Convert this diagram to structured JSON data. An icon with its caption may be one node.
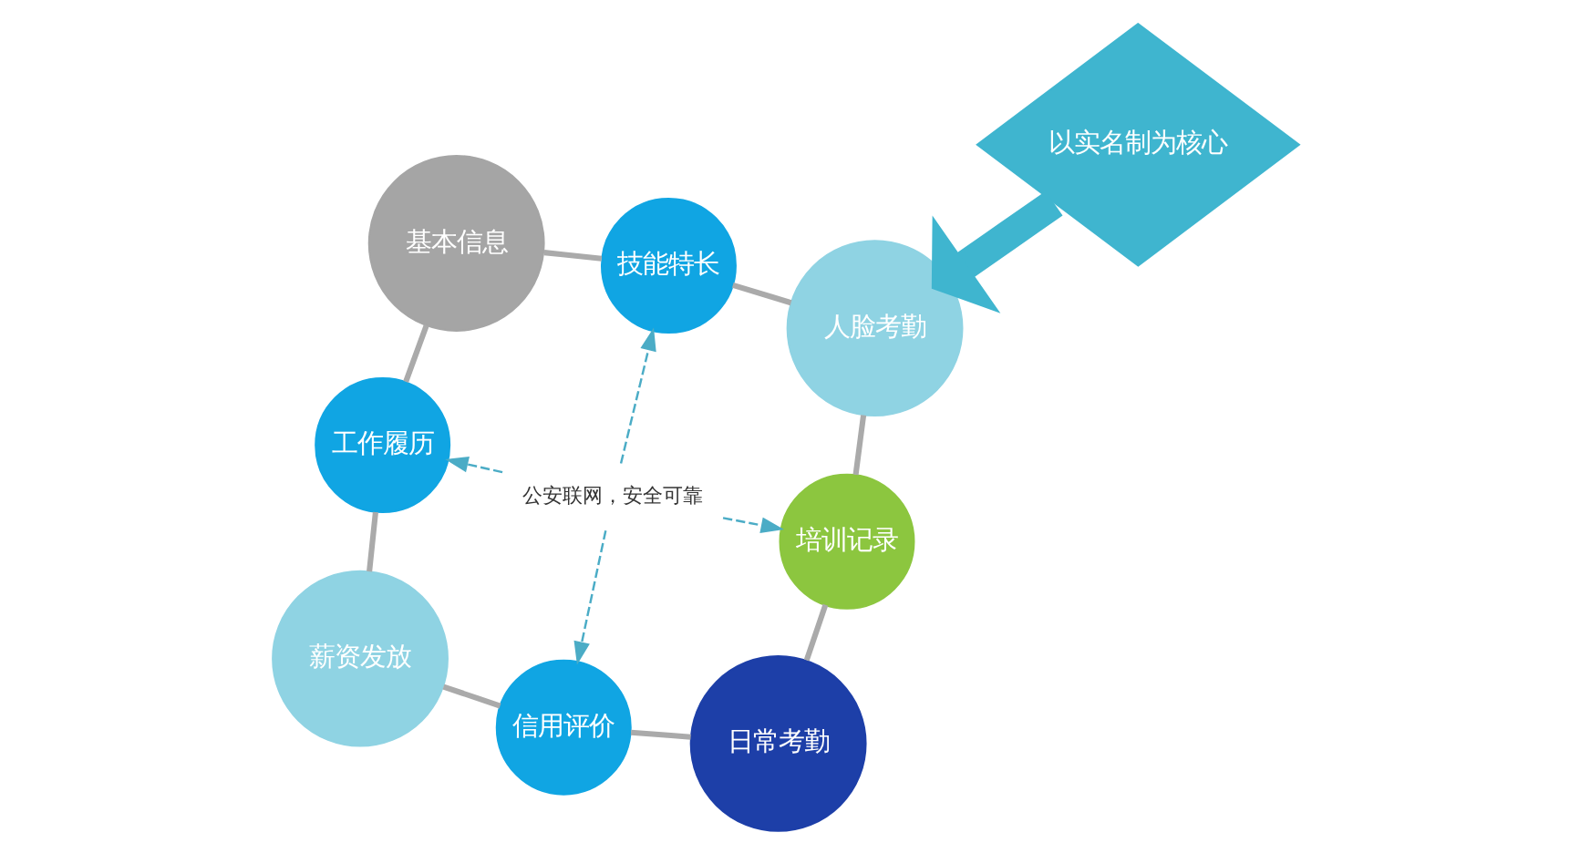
{
  "diagram": {
    "nodes": [
      {
        "text": [
          "以实名制为核心"
        ]
      },
      {
        "text": [
          "基本信息"
        ]
      },
      {
        "text": [
          "技能特长"
        ]
      },
      {
        "text": [
          "工作履历"
        ]
      },
      {
        "text": [
          "人脸考勤"
        ]
      },
      {
        "text": [
          "公安联网，安全可靠"
        ]
      },
      {
        "text": [
          "薪资发放"
        ]
      },
      {
        "text": [
          "培训记录"
        ]
      },
      {
        "text": [
          "信用评价"
        ]
      },
      {
        "text": [
          "日常考勤"
        ]
      }
    ],
    "edges": [
      {
        "from": 0,
        "to": 4,
        "arrow": "to",
        "style": "thick",
        "color": "#3fb5cf"
      },
      {
        "from": 1,
        "to": 3,
        "arrow": "none"
      },
      {
        "from": 3,
        "to": 6,
        "arrow": "none"
      },
      {
        "from": 6,
        "to": 8,
        "arrow": "none"
      },
      {
        "from": 8,
        "to": 9,
        "arrow": "none"
      },
      {
        "from": 9,
        "to": 7,
        "arrow": "none"
      },
      {
        "from": 7,
        "to": 4,
        "arrow": "none"
      },
      {
        "from": 4,
        "to": 2,
        "arrow": "none"
      },
      {
        "from": 2,
        "to": 1,
        "arrow": "none"
      },
      {
        "from": 5,
        "to": 2,
        "arrow": "to",
        "style": "dashed",
        "color": "#4bacc6"
      },
      {
        "from": 5,
        "to": 3,
        "arrow": "to",
        "style": "dashed",
        "color": "#4bacc6"
      },
      {
        "from": 5,
        "to": 7,
        "arrow": "to",
        "style": "dashed",
        "color": "#4bacc6"
      },
      {
        "from": 5,
        "to": 8,
        "arrow": "to",
        "style": "dashed",
        "color": "#4bacc6"
      }
    ]
  }
}
